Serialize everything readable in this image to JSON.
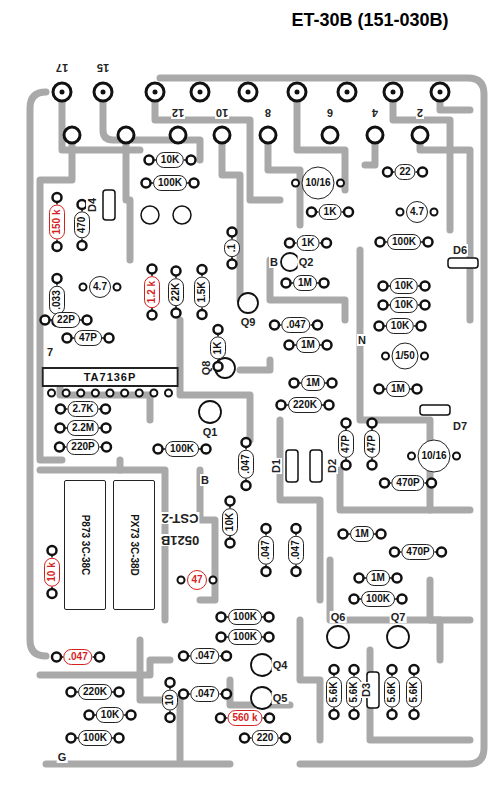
{
  "diagram": {
    "title": "ET-30B (151-030B)",
    "nodes": [
      {
        "text": [
          "10K"
        ]
      },
      {
        "text": [
          "100K"
        ]
      },
      {
        "text": [
          "22"
        ]
      },
      {
        "text": [
          "10/16"
        ]
      },
      {
        "text": [
          "1K"
        ]
      },
      {
        "text": [
          "4.7"
        ]
      },
      {
        "text": [
          "150 k"
        ]
      },
      {
        "text": [
          "470"
        ]
      },
      {
        "text": [
          "1K"
        ]
      },
      {
        "text": [
          "100K"
        ]
      },
      {
        "text": [
          ".1"
        ]
      },
      {
        "text": [
          "1M"
        ]
      },
      {
        "text": [
          "10K"
        ]
      },
      {
        "text": [
          "4.7"
        ]
      },
      {
        "text": [
          ".033"
        ]
      },
      {
        "text": [
          "1.2 k"
        ]
      },
      {
        "text": [
          "22K"
        ]
      },
      {
        "text": [
          "1.5K"
        ]
      },
      {
        "text": [
          "22P"
        ]
      },
      {
        "text": [
          "10K"
        ]
      },
      {
        "text": [
          ".047"
        ]
      },
      {
        "text": [
          "10K"
        ]
      },
      {
        "text": [
          "47P"
        ]
      },
      {
        "text": [
          "1M"
        ]
      },
      {
        "text": [
          "1K"
        ]
      },
      {
        "text": [
          "1/50"
        ]
      },
      {
        "text": [
          "TA7136P"
        ]
      },
      {
        "text": [
          "1M"
        ]
      },
      {
        "text": [
          "1M"
        ]
      },
      {
        "text": [
          "2.7K"
        ]
      },
      {
        "text": [
          "220K"
        ]
      },
      {
        "text": [
          "2.2M"
        ]
      },
      {
        "text": [
          "220P"
        ]
      },
      {
        "text": [
          "100K"
        ]
      },
      {
        "text": [
          "47P"
        ]
      },
      {
        "text": [
          "47P"
        ]
      },
      {
        "text": [
          "10/16"
        ]
      },
      {
        "text": [
          ".047"
        ]
      },
      {
        "text": [
          "470P"
        ]
      },
      {
        "text": [
          "P873 3C-38C"
        ]
      },
      {
        "text": [
          "PX73 3C-38D"
        ]
      },
      {
        "text": [
          "10K"
        ]
      },
      {
        "text": [
          "1M"
        ]
      },
      {
        "text": [
          ".047"
        ]
      },
      {
        "text": [
          ".047"
        ]
      },
      {
        "text": [
          "470P"
        ]
      },
      {
        "text": [
          "10 k"
        ]
      },
      {
        "text": [
          "47"
        ]
      },
      {
        "text": [
          "1M"
        ]
      },
      {
        "text": [
          "100K"
        ]
      },
      {
        "text": [
          "100K"
        ]
      },
      {
        "text": [
          "100K"
        ]
      },
      {
        "text": [
          ".047"
        ]
      },
      {
        "text": [
          ".047"
        ]
      },
      {
        "text": [
          "5.6K"
        ]
      },
      {
        "text": [
          "5.6K"
        ]
      },
      {
        "text": [
          "5.6K"
        ]
      },
      {
        "text": [
          "5.6K"
        ]
      },
      {
        "text": [
          "220K"
        ]
      },
      {
        "text": [
          ".047"
        ]
      },
      {
        "text": [
          "10"
        ]
      },
      {
        "text": [
          "10K"
        ]
      },
      {
        "text": [
          "560 k"
        ]
      },
      {
        "text": [
          "100K"
        ]
      },
      {
        "text": [
          "220"
        ]
      }
    ],
    "labels": [
      "17",
      "15",
      "12",
      "10",
      "8",
      "6",
      "4",
      "2",
      "D4",
      "B",
      "Q2",
      "D6",
      "Q9",
      "N",
      "Q8",
      "7",
      "Q1",
      "D7",
      "B",
      "D1",
      "D2",
      "CST-2",
      "0521B",
      "Q6",
      "Q7",
      "Q4",
      "Q5",
      "D3",
      "G"
    ]
  }
}
